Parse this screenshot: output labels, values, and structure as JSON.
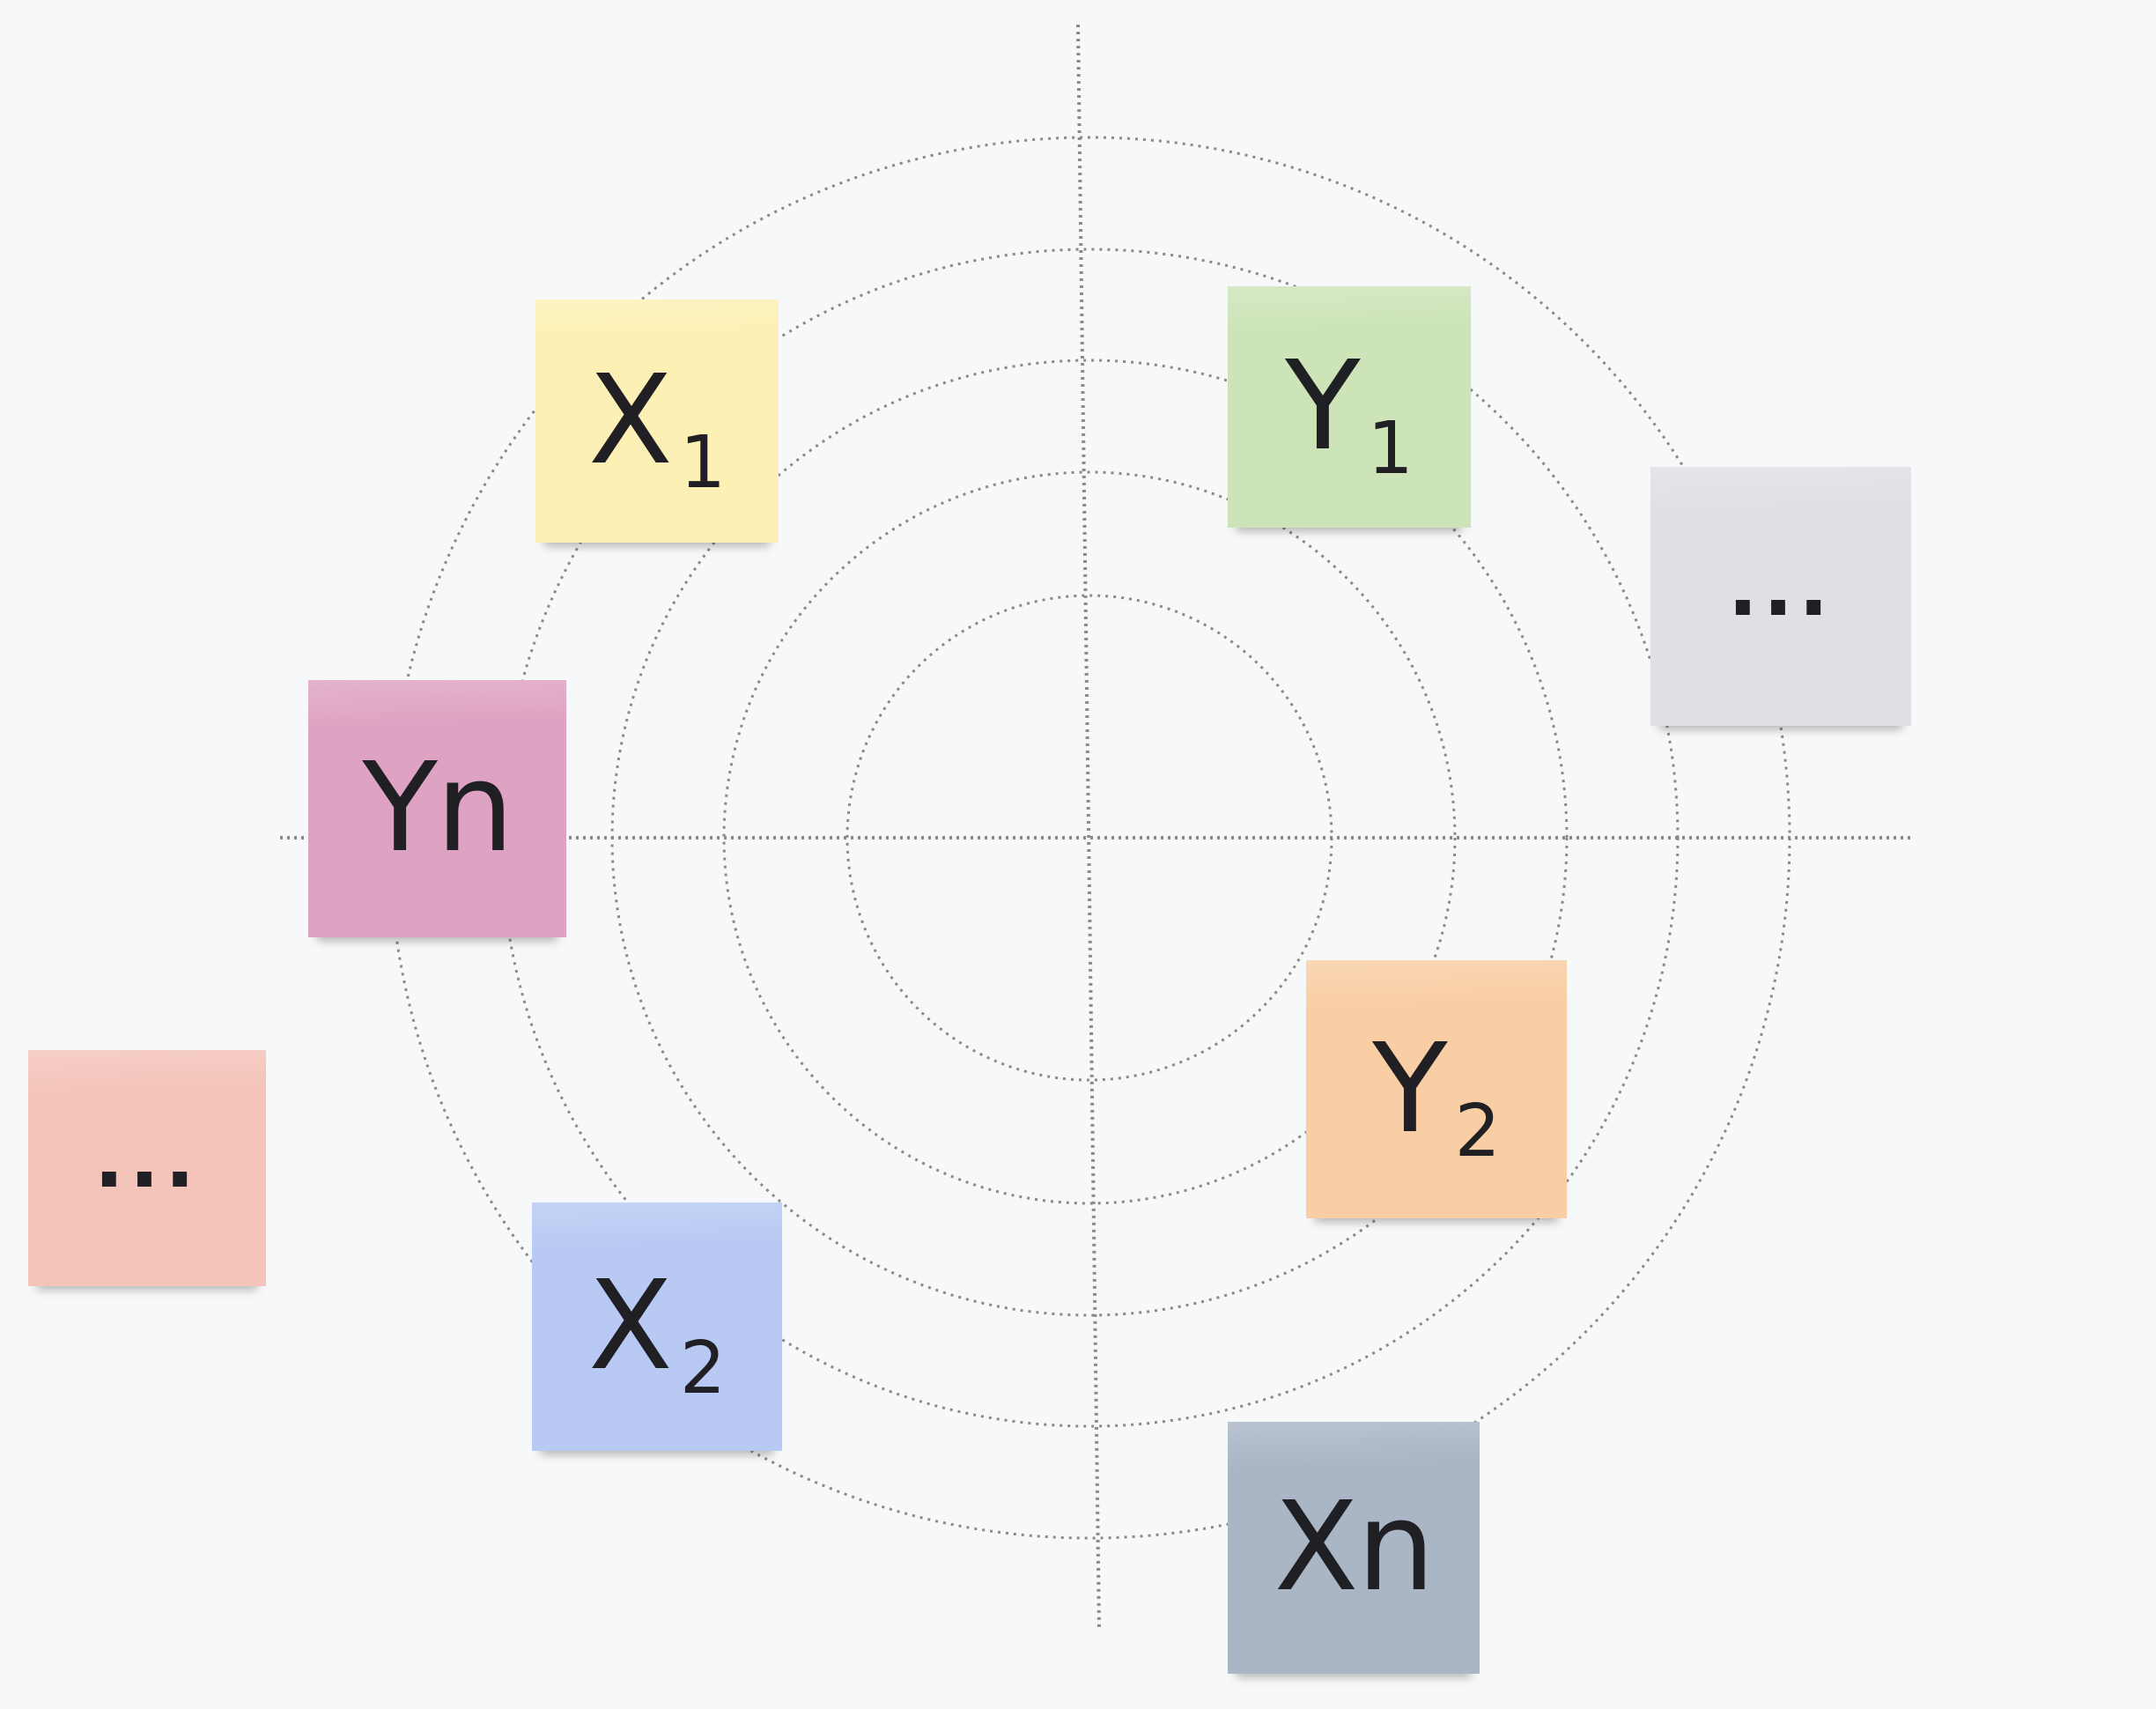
{
  "diagram": {
    "type": "target-board",
    "rings": 5,
    "notes": [
      {
        "id": "x1",
        "base": "X",
        "sub": "1",
        "color": "#fdf0b4"
      },
      {
        "id": "y1",
        "base": "Y",
        "sub": "1",
        "color": "#cde4b8"
      },
      {
        "id": "more-gray",
        "text": "...",
        "color": "#dfe0e4"
      },
      {
        "id": "yn",
        "base": "Yn",
        "sub": "",
        "color": "#dea3c2"
      },
      {
        "id": "more-pink",
        "text": "...",
        "color": "#f4c4ba"
      },
      {
        "id": "y2",
        "base": "Y",
        "sub": "2",
        "color": "#f9cea5"
      },
      {
        "id": "x2",
        "base": "X",
        "sub": "2",
        "color": "#b8caf3"
      },
      {
        "id": "xn",
        "base": "Xn",
        "sub": "",
        "color": "#aab6c6"
      }
    ],
    "guide_color": "#8a8a8a"
  }
}
